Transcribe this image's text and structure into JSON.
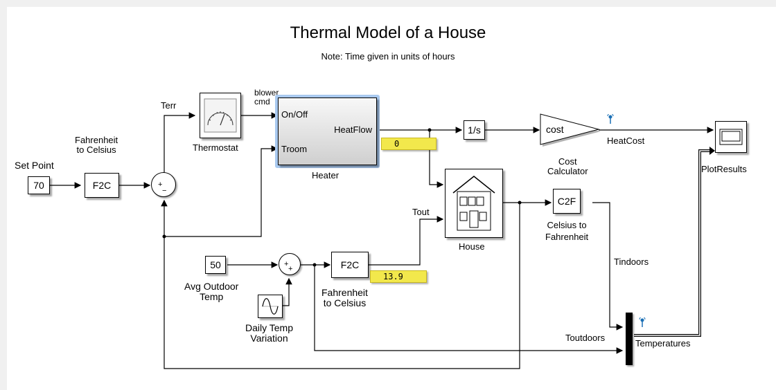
{
  "header": {
    "title": "Thermal Model of a House",
    "note": "Note: Time given in units of hours"
  },
  "blocks": {
    "set_point": {
      "label": "Set Point",
      "value": "70"
    },
    "f2c_top": {
      "text": "F2C",
      "label_line1": "Fahrenheit",
      "label_line2": "to Celsius"
    },
    "sum_top": {
      "plus": "+",
      "minus": "−"
    },
    "thermostat": {
      "label": "Thermostat"
    },
    "heater": {
      "label": "Heater",
      "port_onoff": "On/Off",
      "port_troom": "Troom",
      "port_heatflow": "HeatFlow"
    },
    "heatflow_display": {
      "value": "0"
    },
    "integrator": {
      "text": "1/s"
    },
    "cost_calc": {
      "text": "cost",
      "label_line1": "Cost",
      "label_line2": "Calculator"
    },
    "house": {
      "label": "House"
    },
    "c2f": {
      "text": "C2F",
      "label_line1": "Celsius to",
      "label_line2": "Fahrenheit"
    },
    "avg_outdoor": {
      "value": "50",
      "label_line1": "Avg Outdoor",
      "label_line2": "Temp"
    },
    "sum_bottom": {
      "plus1": "+",
      "plus2": "+"
    },
    "daily_var": {
      "label_line1": "Daily Temp",
      "label_line2": "Variation"
    },
    "f2c_bottom": {
      "text": "F2C",
      "label_line1": "Fahrenheit",
      "label_line2": "to Celsius"
    },
    "tout_display": {
      "value": "13.9"
    },
    "mux": {
      "label": "Temperatures"
    },
    "scope": {
      "label": "PlotResults"
    }
  },
  "signals": {
    "terr": "Terr",
    "blower_line1": "blower",
    "blower_line2": "cmd",
    "heatcost": "HeatCost",
    "tout": "Tout",
    "tindoors": "Tindoors",
    "toutdoors": "Toutdoors"
  },
  "colors": {
    "selection": "#a9c9ef",
    "display": "#f2e84c",
    "antenna": "#1a6fb5"
  }
}
